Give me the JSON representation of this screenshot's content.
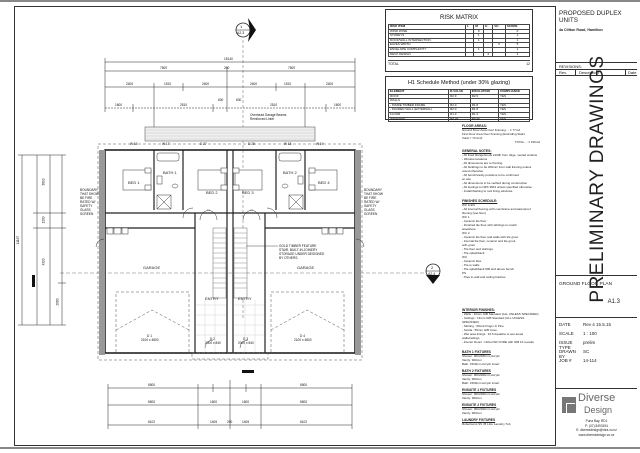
{
  "risk_matrix": {
    "title": "RISK MATRIX",
    "columns": [
      "RISK ITEM",
      "L",
      "M",
      "H",
      "VH",
      "SCORE"
    ],
    "rows": [
      {
        "item": "WIND ZONE",
        "l": "",
        "m": "0",
        "h": "",
        "vh": "",
        "score": "0"
      },
      {
        "item": "STOREYS",
        "l": "",
        "m": "1",
        "h": "",
        "vh": "",
        "score": "1"
      },
      {
        "item": "ROOF/WALL INTERSECTION",
        "l": "",
        "m": "1",
        "h": "",
        "vh": "",
        "score": "1"
      },
      {
        "item": "EAVES WIDTH",
        "l": "",
        "m": "",
        "h": "",
        "vh": "5",
        "score": "5"
      },
      {
        "item": "ENVELOPE COMPLEXITY",
        "l": "",
        "m": "1",
        "h": "",
        "vh": "",
        "score": "1"
      },
      {
        "item": "DECK DESIGN",
        "l": "",
        "m": "",
        "h": "4",
        "vh": "",
        "score": "4"
      }
    ],
    "total_label": "TOTAL",
    "total_value": "12"
  },
  "h1_schedule": {
    "title": "H1 Schedule Method (under 30% glazing)",
    "columns": [
      "ELEMENT",
      "R-VALUE",
      "INSULATION",
      "COMPLIANCE"
    ],
    "rows": [
      {
        "element": "ROOF",
        "rvalue": "R2.9",
        "insulation": "R2.9",
        "compliance": "YES"
      },
      {
        "element": "WALLS",
        "rvalue": "",
        "insulation": "",
        "compliance": ""
      },
      {
        "element": "- INSIDE TIMBER FRAME",
        "rvalue": "R2.0",
        "insulation": "R1.8",
        "compliance": "YES"
      },
      {
        "element": "- FRAMED WALL (EXTERNAL)",
        "rvalue": "R2.0",
        "insulation": "R1.8",
        "compliance": "YES"
      },
      {
        "element": "FLOOR",
        "rvalue": "R1.3",
        "insulation": "R1.3",
        "compliance": "YES"
      },
      {
        "element": "WINDOWS",
        "rvalue": "R0.26",
        "insulation": "R0.26",
        "compliance": "YES"
      }
    ]
  },
  "notes": {
    "floor_area_head": "FLOOR AREAS:",
    "floor_area_lines": [
      "Ground Floor Area Over Framing ... ± 77m2",
      "First Floor Area Over Framing (Excluding Stairs",
      "Void) = 73.2m2",
      "TOTAL ... ± 150m2"
    ],
    "general_head": "GENERAL NOTES:",
    "general_lines": [
      "- All fixed Rangehoods 2100h from ridge, vented window",
      "- Window locations",
      "- All dimensions are to framing",
      "- All buildings to be 200mm from wall framing unless",
      "  noted otherwise",
      "- All bench/vanity positions to be confirmed",
      "  on site",
      "- All dimensions to be verified during construction",
      "- All footings to NZS 3604 unless specified otherwise",
      "- Install flashing to roof lining windows"
    ],
    "finishes_head": "FINISHES SCHEDULE:",
    "finishes_lines": [
      "WC & EN",
      "- All internal flooring with membrane and waterproof",
      "  flooring (wet floor)",
      "WC 1",
      "- Ceramic tile floor",
      "- Finished tile floor with skirtings to match",
      "  elsewhere",
      "WC 2",
      "- Ceramic tile floor and walls with tile grout",
      "- Internal tile floor, ceramic and tile grout",
      "  with grout",
      "- Tile floor and skirtings",
      "- Tile splashback",
      "WC",
      "- Ceramic tiles",
      "- Tile to walls",
      "- Tile splashback 900 and above bench",
      "PS",
      "- Tiles to wall and ceiling finishes"
    ],
    "interior_head": "INTERIOR FINISHES:",
    "interior_lines": [
      "- Walls : 10mm GIB Standard (ALL UNLESS SPECIFIED)",
      "- Ceilings : 13mm GIB Standard (ALL UNLESS SPECIFIED)",
      "- Skirting : 60x12 Finger Jt Pine",
      "- Scotia : 55mm GIB Cove",
      "- Wet area linings : 10.5 Aqualine to wet areas",
      "  walls/ceilings",
      "- Interior Doors : HOLLOW CORE with GIB 10 reveals"
    ],
    "bath1_head": "BATH 1 FIXTURES",
    "bath1_lines": [
      "Shower:   900x900mm Acrylic",
      "Vanity:   900mm",
      "Bath:   1500mm Acrylic Insert"
    ],
    "bath2_head": "BATH 2 FIXTURES",
    "bath2_lines": [
      "Shower:   900x900mm Acrylic",
      "Vanity:   900mm",
      "Bath:   1500mm Acrylic Insert"
    ],
    "ensuite1_head": "ENSUITE 1 FIXTURES",
    "ensuite1_lines": [
      "Shower:   900x900mm Acrylic",
      "Vanity:   900mm"
    ],
    "ensuite2_head": "ENSUITE 2 FIXTURES",
    "ensuite2_lines": [
      "Shower:   900x900mm Acrylic",
      "Vanity:   900mm"
    ],
    "laundry_head": "LAUNDRY FIXTURES",
    "laundry_lines": [
      "Robertsons SS 45 Litre Laundry Tub"
    ]
  },
  "title_block": {
    "project_title": "PROPOSED DUPLEX UNITS",
    "address": "4a Clifton Road, Hamilton",
    "revisions_label": "REVISIONS:",
    "revision_columns": [
      "Rev.",
      "Description",
      "Date"
    ],
    "stamp": "PRELIMINARY DRAWINGS",
    "sheet_title": "GROUND FLOOR PLAN",
    "sheet_number": "A1.3",
    "fields": [
      {
        "label": "DATE",
        "value": "Rev 4  15.5.15"
      },
      {
        "label": "SCALE",
        "value": "1 : 100"
      },
      {
        "label": "ISSUE TYPE",
        "value": "prelim"
      },
      {
        "label": "DRAWN BY",
        "value": "SC"
      },
      {
        "label": "JOB #",
        "value": "14-114"
      }
    ],
    "company": {
      "name_line1": "Diverse",
      "name_line2": "Design",
      "address": "Puna Bay, RD1",
      "phone": "P: (07) 8493194",
      "email": "E: diversedesign@xtra.co.nz",
      "web": "www.diversedesign.co.nz"
    }
  },
  "plan": {
    "section_marker_top": {
      "number": "1",
      "sheet": "A2.3"
    },
    "section_marker_right": {
      "number": "2",
      "sheet": "A2.4"
    },
    "dims_top": {
      "overall": "15140",
      "halves": [
        "7500",
        "200",
        "7500"
      ],
      "row3": [
        "90",
        "2400",
        "90",
        "1510",
        "90",
        "2400",
        "200",
        "2400",
        "90",
        "1510",
        "90",
        "2400",
        "90"
      ],
      "row4a": [
        "600",
        "600"
      ],
      "row4": [
        "90",
        "1600",
        "1400",
        "1800",
        "90",
        "2510",
        "90",
        "200",
        "200",
        "2510",
        "90",
        "1800",
        "1400",
        "1600",
        "90"
      ]
    },
    "dims_left": {
      "overall": "11167",
      "segments": [
        "3610",
        "1200",
        "4320",
        "2060"
      ]
    },
    "dims_bottom": {
      "row1": [
        "6500",
        "90",
        "810",
        "90",
        "900",
        "200",
        "900",
        "90",
        "810",
        "90",
        "6500"
      ],
      "row2": [
        "90",
        "6500",
        "90",
        "1600",
        "1600",
        "90",
        "6500",
        "90"
      ],
      "row3": [
        "90",
        "6102",
        "180",
        "1405",
        "200",
        "1405",
        "180",
        "6102",
        "90"
      ]
    },
    "windows_top": [
      {
        "id": "W 15",
        "size": "1200 x 1800"
      },
      {
        "id": "W 17",
        "size": "1200 x 1800"
      },
      {
        "id": "D 27",
        "size": "2000 x 2000 BI-FOLD"
      },
      {
        "id": "D 28",
        "size": "2000 x 2000 BI-FOLD"
      },
      {
        "id": "W 18",
        "size": "1200 x 1800"
      },
      {
        "id": "W 19",
        "size": "1200 x 1800"
      }
    ],
    "top_annotation": "Overhead Garage Beams Reinforced Lintel",
    "rooms": [
      {
        "name": "BED 1"
      },
      {
        "name": "BATH 1"
      },
      {
        "name": "BED 2"
      },
      {
        "name": "BED 3"
      },
      {
        "name": "BATH 2"
      },
      {
        "name": "BED 4"
      },
      {
        "name": "GARAGE"
      },
      {
        "name": "GARAGE"
      },
      {
        "name": "ENTRY"
      },
      {
        "name": "ENTRY"
      }
    ],
    "doors": [
      "760",
      "760",
      "760",
      "760",
      "760",
      "760",
      "760",
      "760"
    ],
    "wardrobe": [
      "2400",
      "2400"
    ],
    "appliances": [
      "WM",
      "D",
      "D",
      "WM"
    ],
    "side_notes": {
      "left": "BOUNDARY THAT SHOW BE FIRE RATED W/ SAFETY GLASS SCREEN",
      "right": "BOUNDARY THAT SHOW BE FIRE RATED W/ SAFETY GLASS SCREEN"
    },
    "side_windows": [
      {
        "id": "W 14",
        "size": "1200 x 900"
      },
      {
        "id": "W 13",
        "size": "1200 x 900"
      },
      {
        "id": "D 1",
        "size": "2100 x 810"
      },
      {
        "id": "D 4",
        "size": "2100 x 810"
      }
    ],
    "stair_note": "GOLD TIMBER FEATURE STAIR. BUILT-IN JOINERY STORAGE UNDER DESIGNED BY OTHERS.",
    "garage_doors": [
      {
        "id": "D 1",
        "size": "2100 x 4800"
      },
      {
        "id": "D 2",
        "size": "2000 x 840"
      },
      {
        "id": "D 3",
        "size": "2000 x 840"
      },
      {
        "id": "D 4",
        "size": "2100 x 4800"
      }
    ]
  }
}
